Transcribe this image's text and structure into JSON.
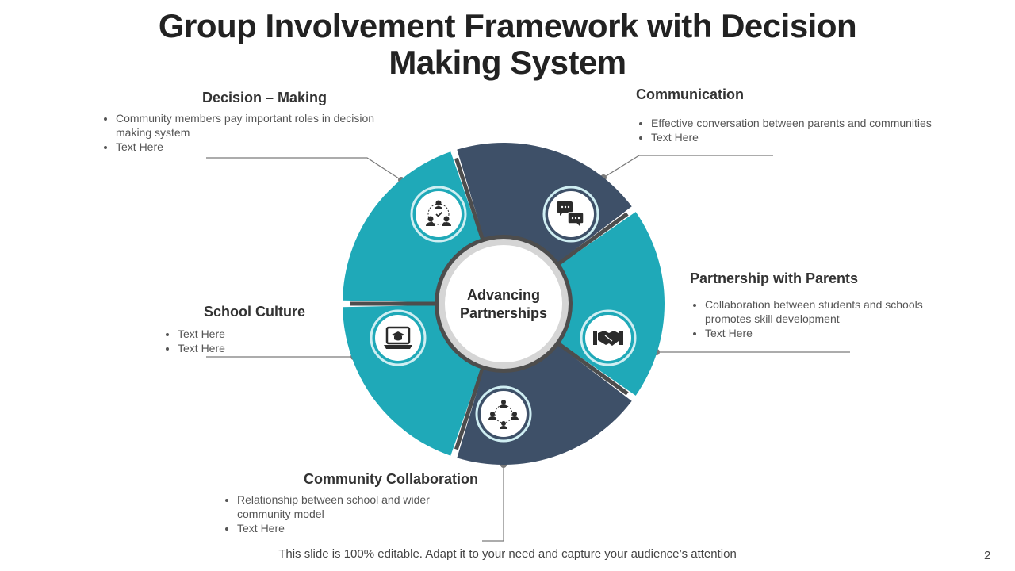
{
  "title": "Group Involvement Framework with Decision Making System",
  "center": {
    "line1": "Advancing",
    "line2": "Partnerships"
  },
  "colors": {
    "teal": "#1fa9b8",
    "navy": "#3e5068",
    "ring": "#4d4d4d"
  },
  "segments": [
    {
      "heading": "Decision – Making",
      "icon": "team-decision-icon",
      "bullets": [
        "Community members pay important roles in decision making system",
        "Text Here"
      ]
    },
    {
      "heading": "Communication",
      "icon": "chat-bubbles-icon",
      "bullets": [
        "Effective conversation between parents and  communities",
        "Text Here"
      ]
    },
    {
      "heading": "Partnership with Parents",
      "icon": "handshake-icon",
      "bullets": [
        "Collaboration between students and schools promotes skill development",
        "Text Here"
      ]
    },
    {
      "heading": "Community Collaboration",
      "icon": "community-network-icon",
      "bullets": [
        "Relationship between school and wider community model",
        "Text Here"
      ]
    },
    {
      "heading": "School Culture",
      "icon": "online-graduation-icon",
      "bullets": [
        "Text Here",
        "Text Here"
      ]
    }
  ],
  "footer": "This slide is 100% editable. Adapt it to your need and capture your audience’s attention",
  "page_number": "2"
}
